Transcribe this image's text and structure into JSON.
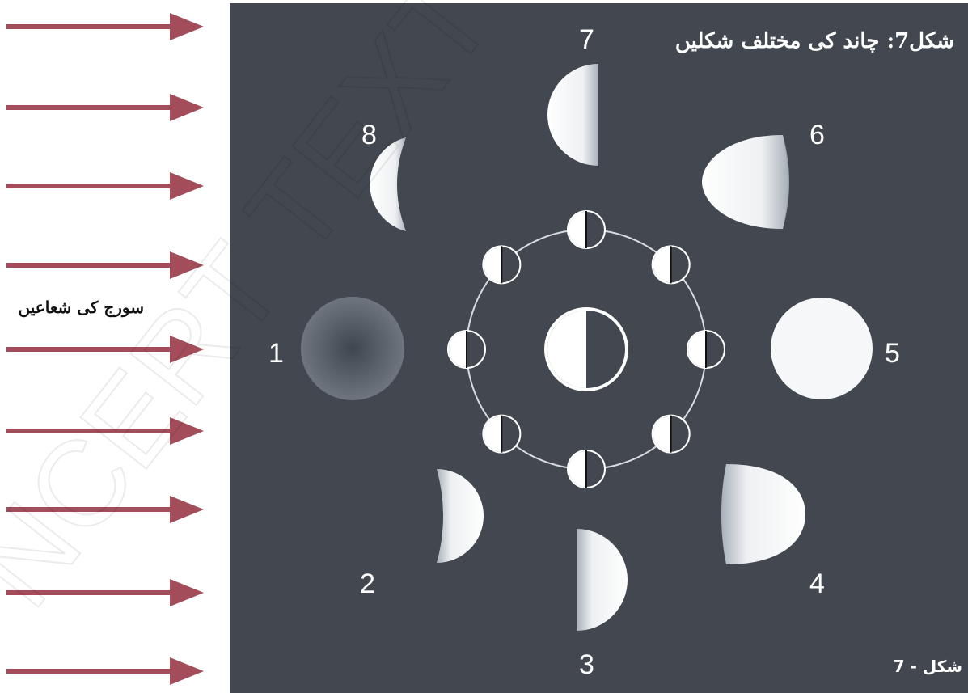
{
  "figure_title": "شکل7: چاند کی مختلف شکلیں",
  "sun_rays_label": "سورج کی شعاعیں",
  "figure_number": "شکل - 7",
  "phase_numbers": [
    "1",
    "2",
    "3",
    "4",
    "5",
    "6",
    "7",
    "8"
  ],
  "watermark": "NCERT TEXT",
  "colors": {
    "panel": "#434850",
    "arrow": "#a34c5a",
    "moon_light": "#f4f5f6",
    "moon_shade": "#9aa2ab",
    "orbit": "#d8dce0"
  }
}
